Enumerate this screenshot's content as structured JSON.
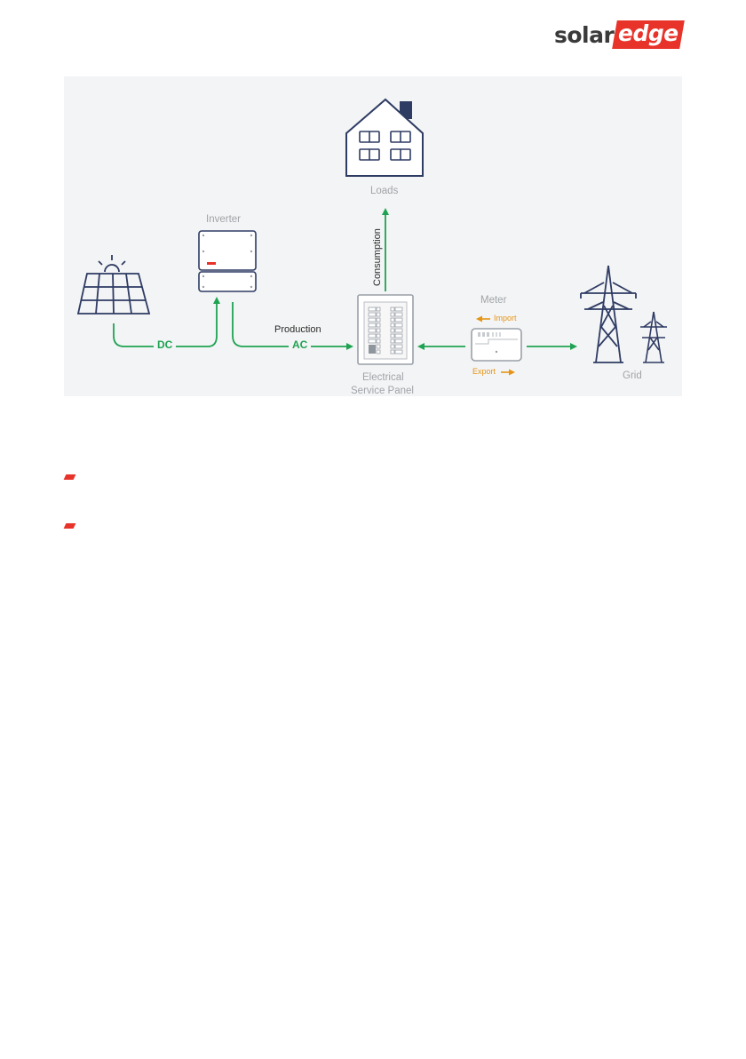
{
  "logo": {
    "part1": "solar",
    "part2": "edge"
  },
  "diagram": {
    "loads": "Loads",
    "inverter": "Inverter",
    "meter": "Meter",
    "grid": "Grid",
    "panel_line1": "Electrical",
    "panel_line2": "Service Panel",
    "consumption": "Consumption",
    "production": "Production",
    "dc": "DC",
    "ac": "AC",
    "import": "Import",
    "export": "Export"
  },
  "colors": {
    "flow_green": "#1fa352",
    "meter_orange": "#e59415",
    "icon_navy": "#2e3b63",
    "brand_red": "#e8332a"
  },
  "bullets": 2
}
